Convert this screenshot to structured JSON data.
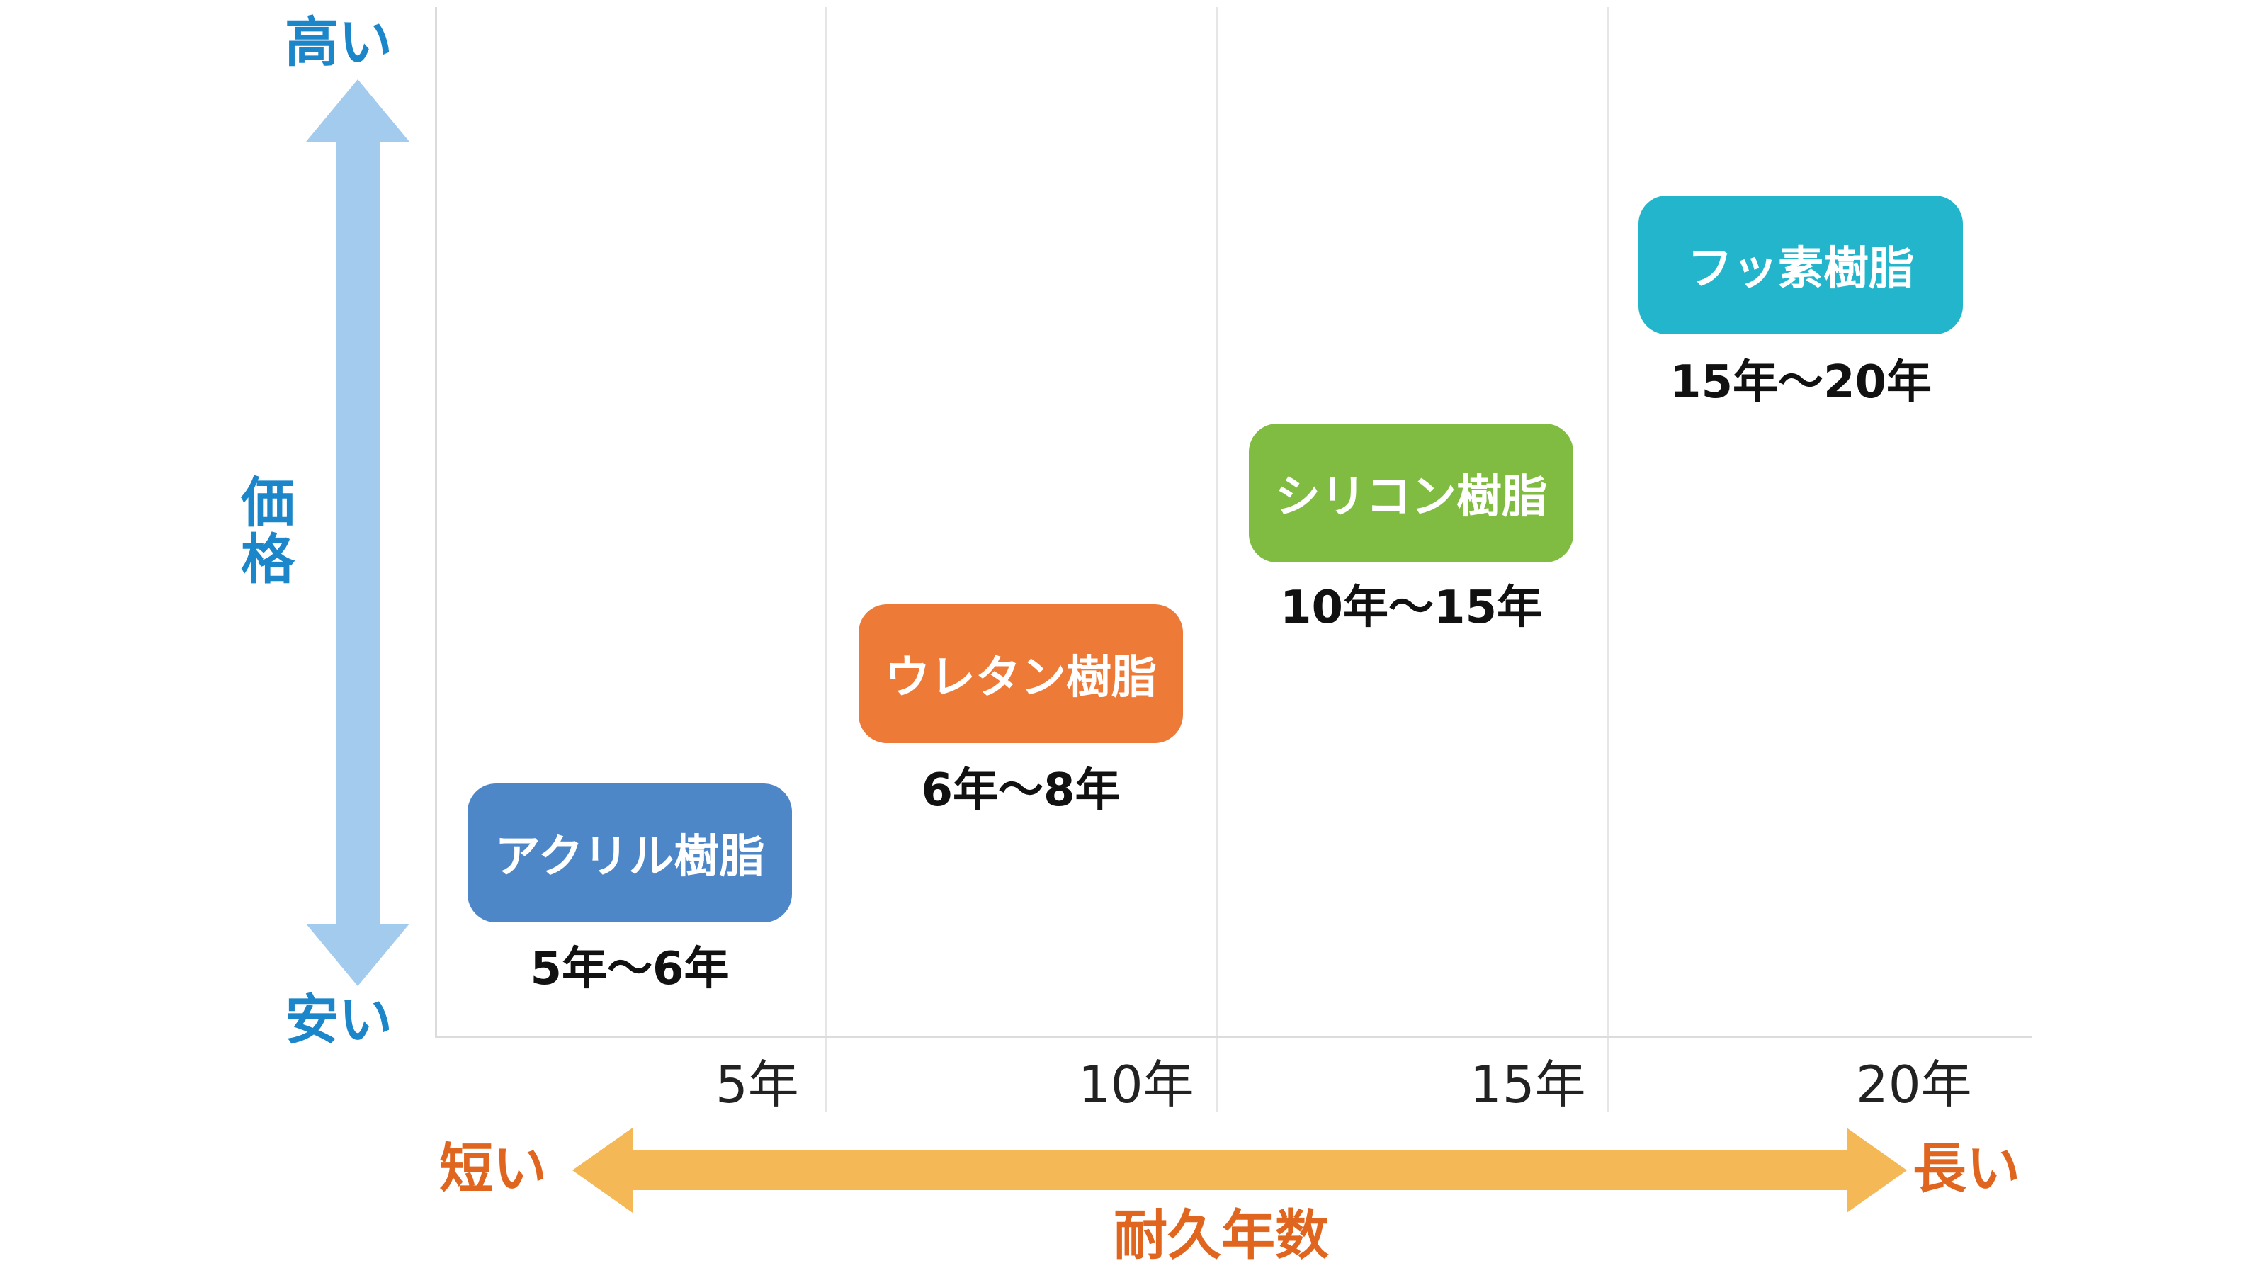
{
  "price_axis": {
    "high": "高い",
    "low": "安い",
    "label_chars": [
      "価",
      "格"
    ],
    "arrow_color": "#a3cbee"
  },
  "duration_axis": {
    "short": "短い",
    "long": "長い",
    "label": "耐久年数",
    "arrow_color": "#f5b856"
  },
  "ticks": [
    "5年",
    "10年",
    "15年",
    "20年"
  ],
  "paints": [
    {
      "name": "アクリル樹脂",
      "range": "5年〜6年",
      "color": "#4e87c8"
    },
    {
      "name": "ウレタン樹脂",
      "range": "6年〜8年",
      "color": "#ee7a37"
    },
    {
      "name": "シリコン樹脂",
      "range": "10年〜15年",
      "color": "#80bc41"
    },
    {
      "name": "フッ素樹脂",
      "range": "15年〜20年",
      "color": "#22b5cc"
    }
  ]
}
